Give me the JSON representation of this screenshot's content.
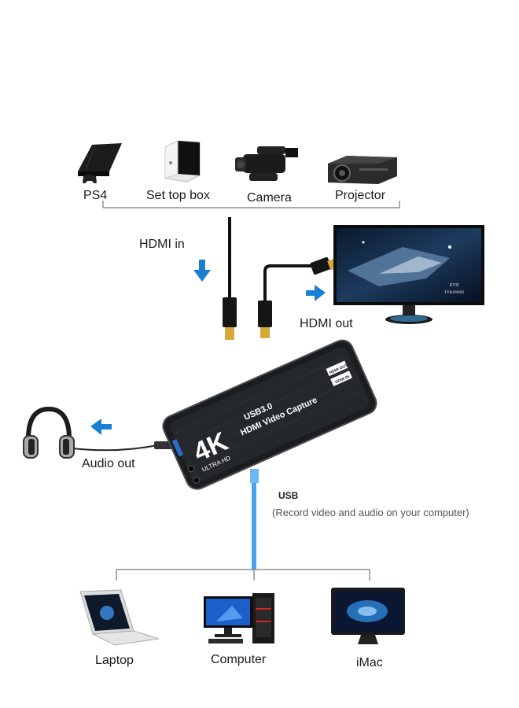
{
  "sources": [
    {
      "label": "PS4",
      "icon": "ps4-console-icon"
    },
    {
      "label": "Set top box",
      "icon": "set-top-box-icon"
    },
    {
      "label": "Camera",
      "icon": "camcorder-icon"
    },
    {
      "label": "Projector",
      "icon": "projector-icon"
    }
  ],
  "hdmi_in": {
    "label": "HDMI in"
  },
  "hdmi_out": {
    "label": "HDMI out"
  },
  "monitor": {
    "screen_text": "EVE",
    "screen_subtext": "TYRANNIS"
  },
  "capture_card": {
    "brand_4k": "4K",
    "ultra_hd": "ULTRA HD",
    "usb_label": "USB3.0",
    "product_label": "HDMI Video Capture",
    "port_hdmi_out": "HDMI OUT",
    "port_hdmi_in": "HDMI IN"
  },
  "audio_out": {
    "label": "Audio out"
  },
  "usb": {
    "title": "USB",
    "description": "(Record video and audio on your computer)"
  },
  "targets": [
    {
      "label": "Laptop",
      "icon": "laptop-icon"
    },
    {
      "label": "Computer",
      "icon": "desktop-computer-icon"
    },
    {
      "label": "iMac",
      "icon": "imac-icon"
    }
  ],
  "colors": {
    "arrow_blue": "#1a7fd1",
    "usb_cable": "#4aa3e8",
    "card_body": "#1b1d20",
    "hdmi_gold": "#d8a93a"
  }
}
